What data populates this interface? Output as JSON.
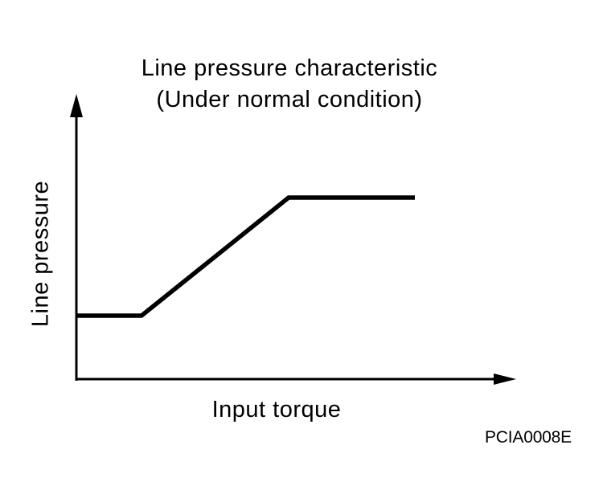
{
  "figure": {
    "title_line1": "Line pressure characteristic",
    "title_line2": "(Under normal condition)",
    "y_axis_label": "Line pressure",
    "x_axis_label": "Input torque",
    "figure_code": "PCIA0008E",
    "colors": {
      "foreground": "#000000",
      "background": "#ffffff"
    }
  },
  "chart_data": {
    "type": "line",
    "title": "Line pressure characteristic (Under normal condition)",
    "xlabel": "Input torque",
    "ylabel": "Line pressure",
    "axes": {
      "x_ticks": [],
      "y_ticks": [],
      "grid": false,
      "legend": null,
      "style": "unlabeled unitless axes with arrowheads (conceptual characteristic curve)"
    },
    "series": [
      {
        "name": "Line pressure vs input torque",
        "x_relative": [
          0.0,
          0.15,
          0.48,
          0.77
        ],
        "y_relative": [
          0.24,
          0.24,
          0.69,
          0.69
        ],
        "shape": "constant low pressure at low torque, linear rise with torque, then saturates constant at high torque"
      }
    ],
    "pixels": {
      "y_axis": "95,474 95,143",
      "y_arrow": "95,117 87,146 103,146",
      "x_axis": "94,472 621,472",
      "x_arrow": "642,472 614,465 614,479",
      "curve": "94,393 176,393 359,246 516,246"
    }
  }
}
